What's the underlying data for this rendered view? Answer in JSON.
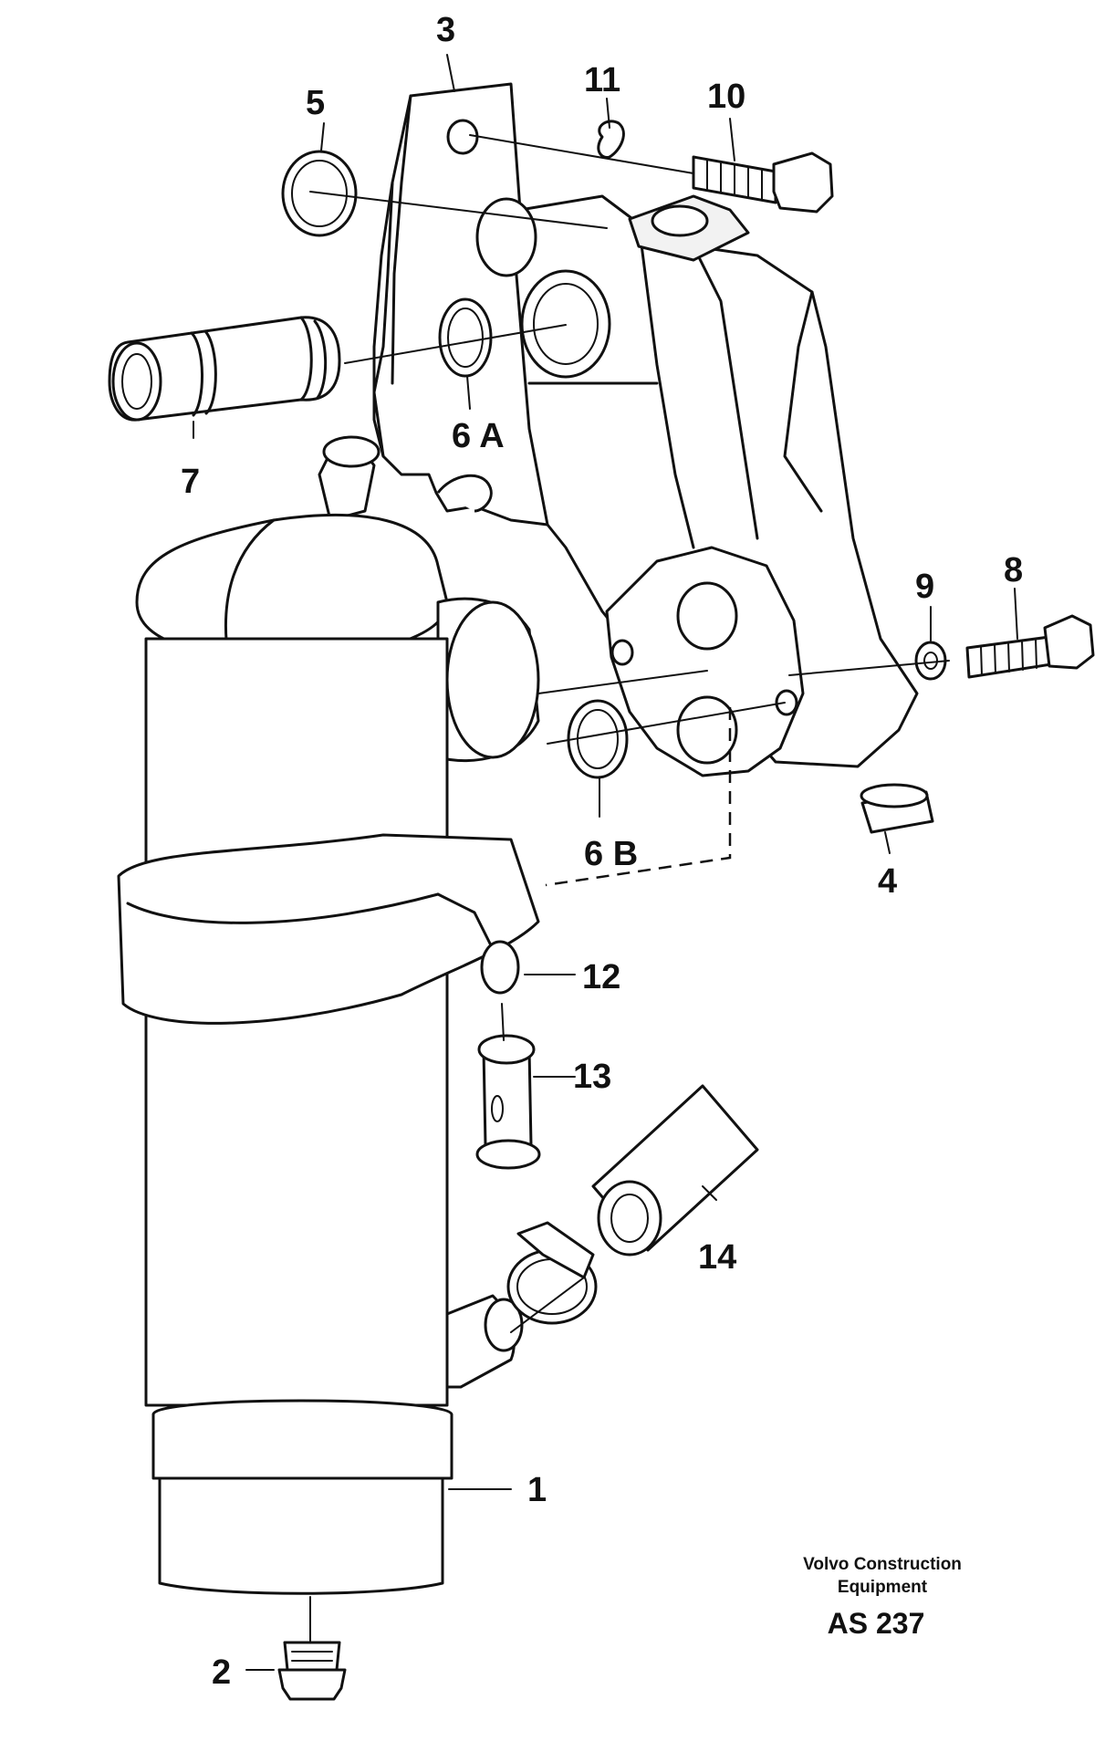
{
  "callouts": {
    "c1": "1",
    "c2": "2",
    "c3": "3",
    "c4": "4",
    "c5": "5",
    "c6a": "6 A",
    "c6b": "6 B",
    "c7": "7",
    "c8": "8",
    "c9": "9",
    "c10": "10",
    "c11": "11",
    "c12": "12",
    "c13": "13",
    "c14": "14"
  },
  "caption": {
    "company_line1": "Volvo Construction",
    "company_line2": "Equipment",
    "drawing_code": "AS 237"
  }
}
